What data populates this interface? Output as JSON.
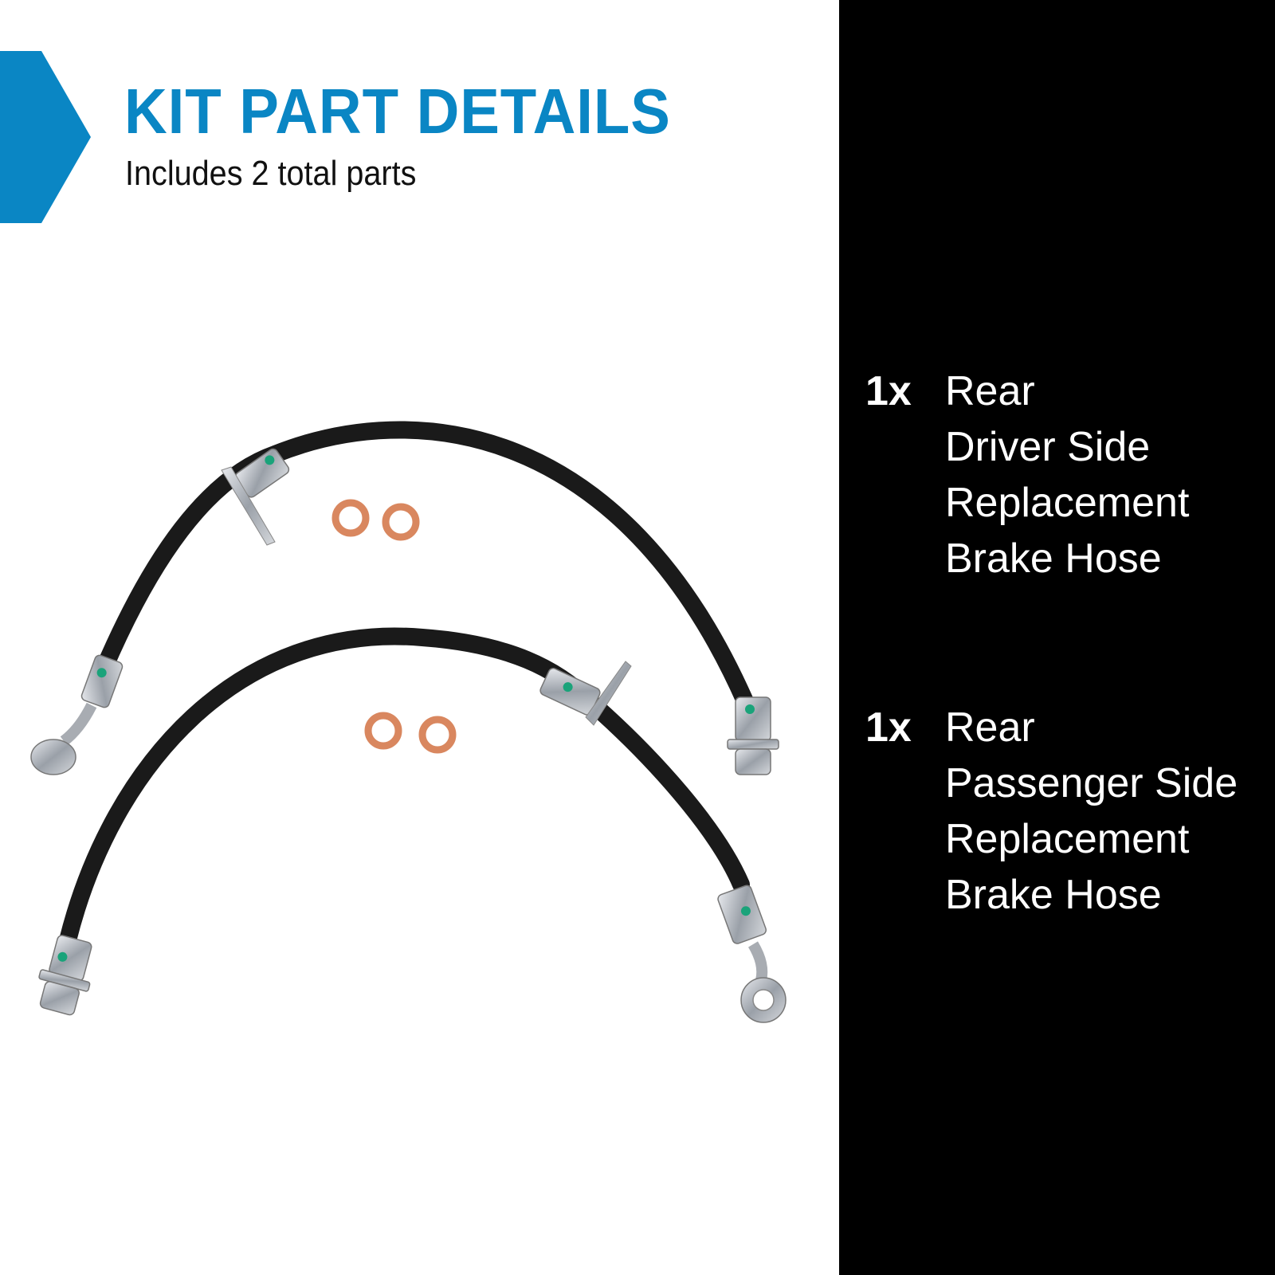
{
  "header": {
    "title": "KIT PART DETAILS",
    "subtitle": "Includes 2 total parts",
    "accent_color": "#0a86c4"
  },
  "product_image": {
    "description": "Two rear brake hoses with four copper crush washers",
    "components": [
      "brake-hose-driver-side",
      "brake-hose-passenger-side",
      "copper-washer",
      "copper-washer",
      "copper-washer",
      "copper-washer"
    ]
  },
  "parts": [
    {
      "qty": "1x",
      "lines": [
        "Rear",
        "Driver Side",
        "Replacement",
        "Brake Hose"
      ]
    },
    {
      "qty": "1x",
      "lines": [
        "Rear",
        "Passenger Side",
        "Replacement",
        "Brake Hose"
      ]
    }
  ],
  "colors": {
    "panel_right": "#000000",
    "panel_left": "#ffffff",
    "hose": "#1a1a1a",
    "fitting": "#b8bcc2",
    "washer": "#d9875f",
    "marker": "#1aa37a"
  }
}
